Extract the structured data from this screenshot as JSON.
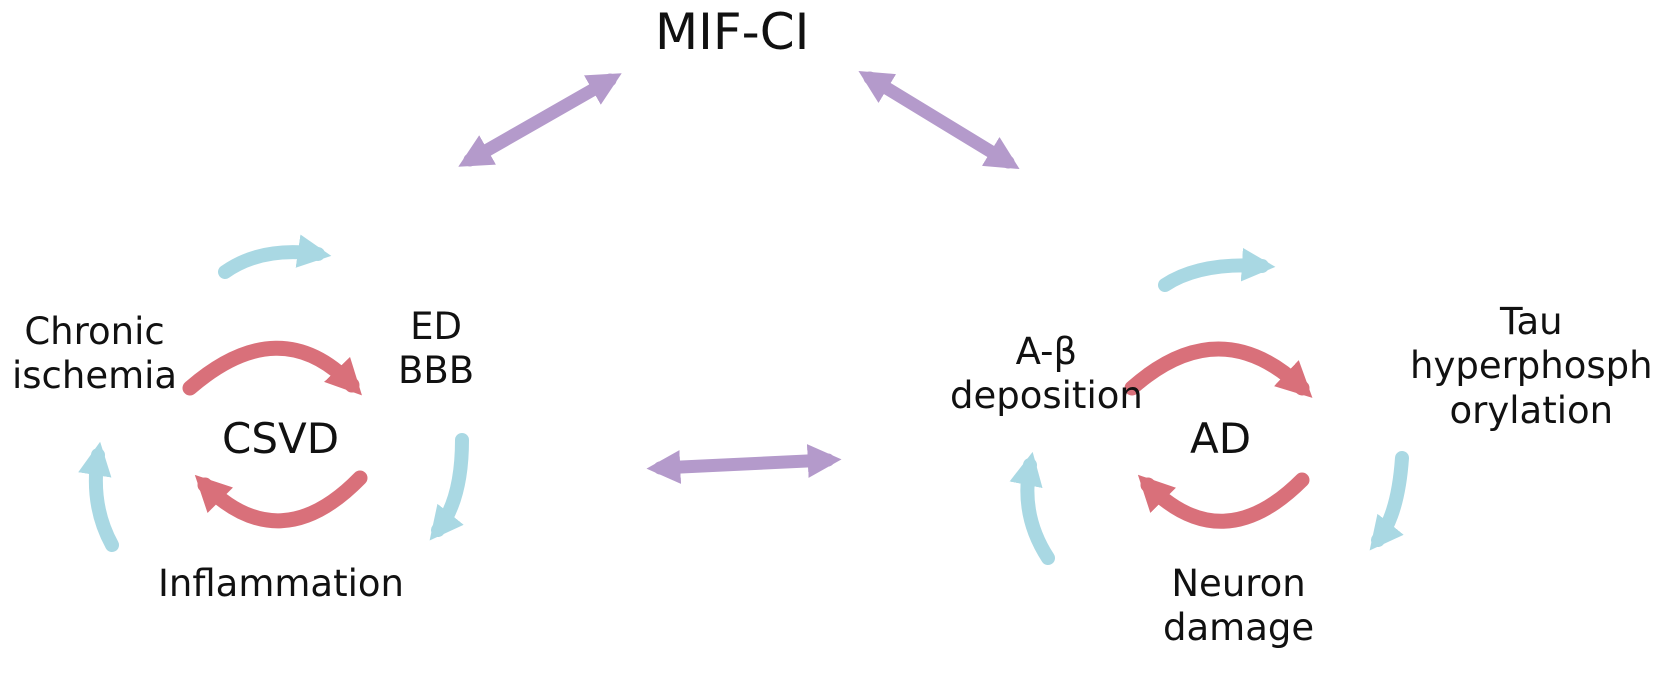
{
  "colors": {
    "purple": "#B49ACB",
    "red": "#D9707A",
    "blue": "#A9D8E3"
  },
  "title": "MIF-CI",
  "csvd": {
    "label": "CSVD",
    "nodes": {
      "chronic_ischemia": [
        "Chronic",
        "ischemia"
      ],
      "ed_bbb": [
        "ED",
        "BBB"
      ],
      "inflammation": [
        "Inflammation"
      ]
    }
  },
  "ad": {
    "label": "AD",
    "nodes": {
      "abeta": [
        "A-β",
        "deposition"
      ],
      "tau": [
        "Tau",
        "hyperphosph",
        "orylation"
      ],
      "neuron": [
        "Neuron",
        "damage"
      ]
    }
  }
}
